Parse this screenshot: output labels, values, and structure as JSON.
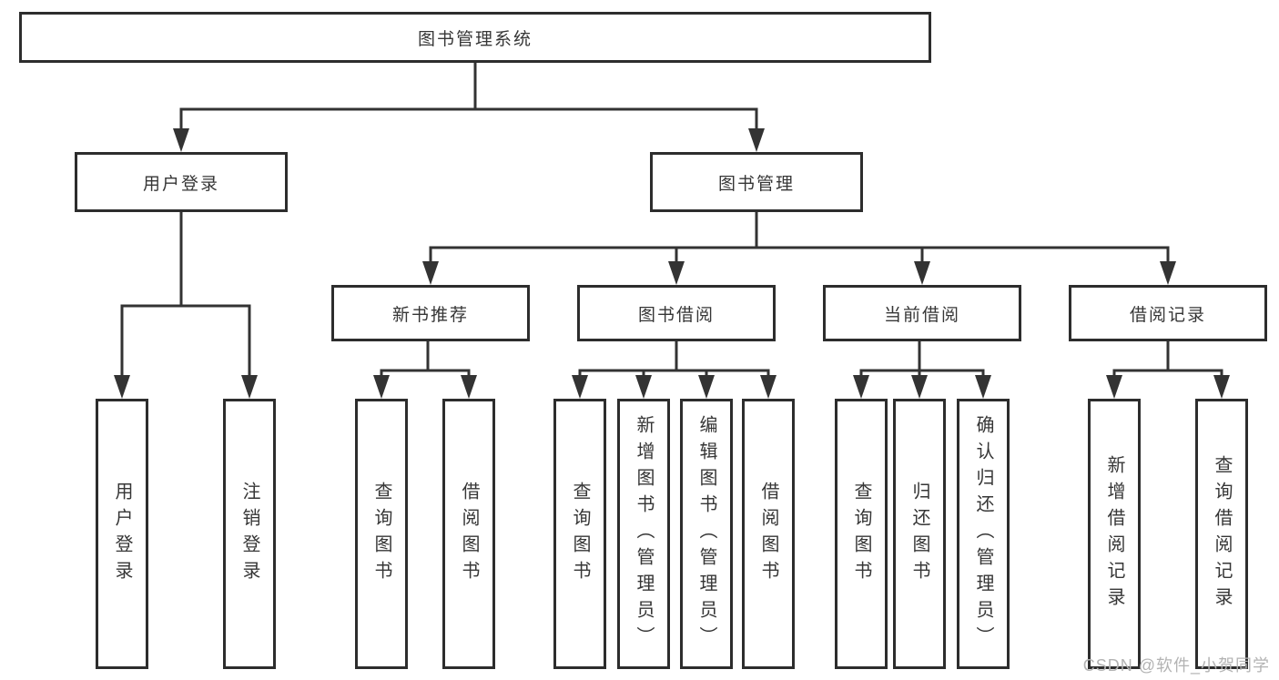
{
  "tree": {
    "label": "图书管理系统",
    "children": [
      {
        "label": "用户登录",
        "children": [
          {
            "label": "用户登录"
          },
          {
            "label": "注销登录"
          }
        ]
      },
      {
        "label": "图书管理",
        "children": [
          {
            "label": "新书推荐",
            "children": [
              {
                "label": "查询图书"
              },
              {
                "label": "借阅图书"
              }
            ]
          },
          {
            "label": "图书借阅",
            "children": [
              {
                "label": "查询图书"
              },
              {
                "label": "新增图书（管理员）"
              },
              {
                "label": "编辑图书（管理员）"
              },
              {
                "label": "借阅图书"
              }
            ]
          },
          {
            "label": "当前借阅",
            "children": [
              {
                "label": "查询图书"
              },
              {
                "label": "归还图书"
              },
              {
                "label": "确认归还（管理员）"
              }
            ]
          },
          {
            "label": "借阅记录",
            "children": [
              {
                "label": "新增借阅记录"
              },
              {
                "label": "查询借阅记录"
              }
            ]
          }
        ]
      }
    ]
  },
  "watermark": {
    "text": "CSDN @软件_小贺同学"
  },
  "colors": {
    "background": "#ffffff",
    "box_border": "#2d2d2d",
    "line": "#333333",
    "text": "#363636",
    "watermark": "#b3b3b3"
  }
}
